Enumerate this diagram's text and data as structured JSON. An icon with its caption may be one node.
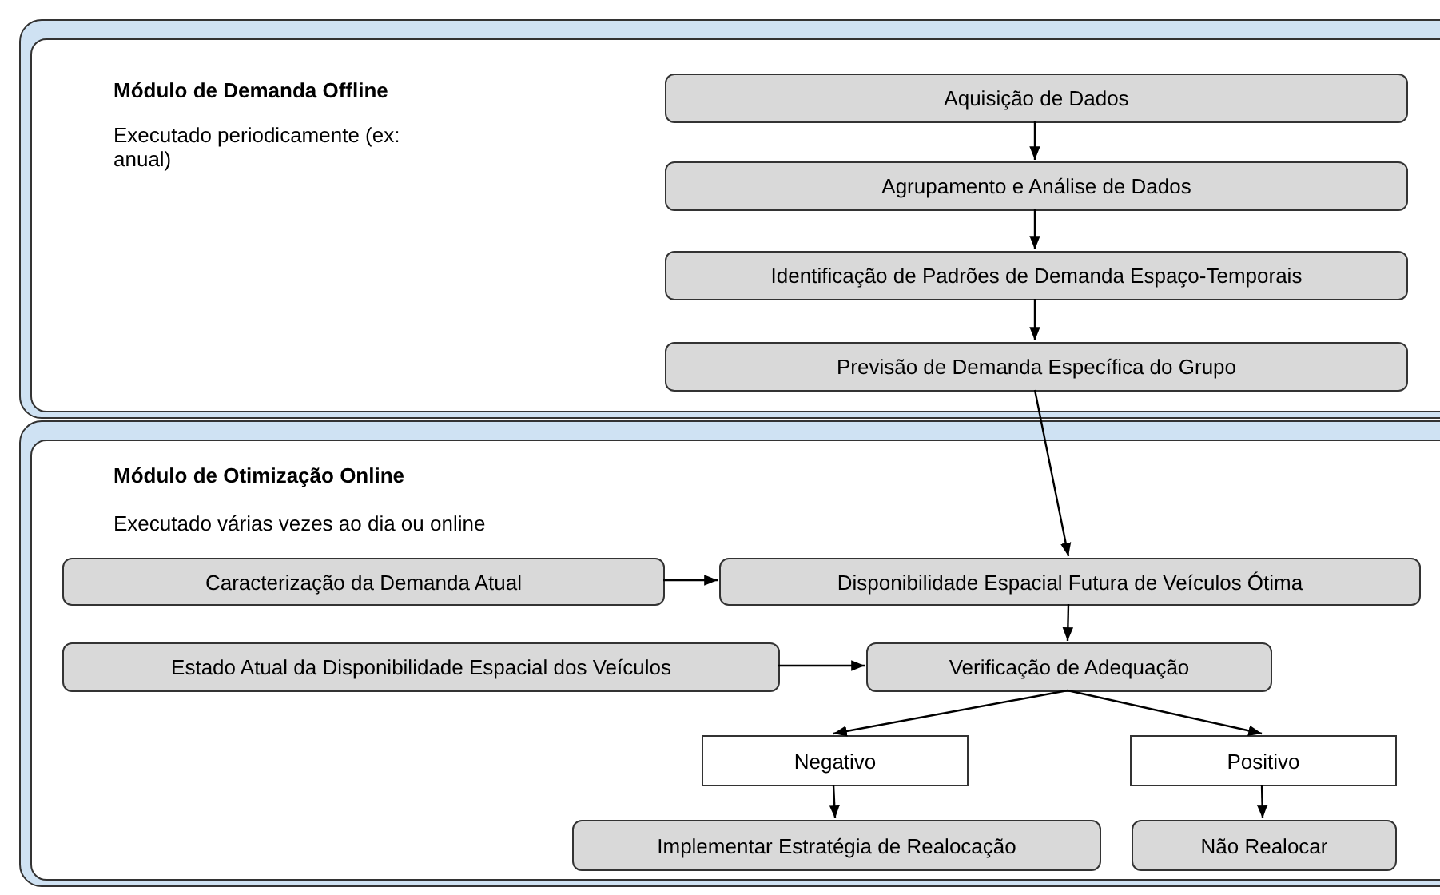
{
  "diagram": {
    "nodes": [
      {
        "text": [
          "Módulo de Demanda Offline",
          "Executado periodicamente (ex: anual)"
        ]
      },
      {
        "text": [
          "Aquisição de Dados"
        ],
        "in": 0
      },
      {
        "text": [
          "Agrupamento e Análise de Dados"
        ],
        "in": 0
      },
      {
        "text": [
          "Identificação de Padrões de Demanda Espaço-Temporais"
        ],
        "in": 0
      },
      {
        "text": [
          "Previsão de Demanda Específica do Grupo"
        ],
        "in": 0
      },
      {
        "text": [
          "Módulo de Otimização Online",
          "Executado várias vezes ao dia ou online"
        ]
      },
      {
        "text": [
          "Caracterização da Demanda Atual"
        ],
        "in": 5
      },
      {
        "text": [
          "Disponibilidade Espacial Futura de Veículos Ótima"
        ],
        "in": 5
      },
      {
        "text": [
          "Estado Atual da Disponibilidade Espacial dos Veículos"
        ],
        "in": 5
      },
      {
        "text": [
          "Verificação de Adequação"
        ],
        "in": 5
      },
      {
        "text": [
          "Negativo"
        ],
        "in": 5
      },
      {
        "text": [
          "Positivo"
        ],
        "in": 5
      },
      {
        "text": [
          "Implementar Estratégia de Realocação"
        ],
        "in": 5
      },
      {
        "text": [
          "Não Realocar"
        ],
        "in": 5
      }
    ],
    "edges": [
      {
        "from": 1,
        "to": 2,
        "arrow": "to"
      },
      {
        "from": 2,
        "to": 3,
        "arrow": "to"
      },
      {
        "from": 3,
        "to": 4,
        "arrow": "to"
      },
      {
        "from": 4,
        "to": 7,
        "arrow": "to"
      },
      {
        "from": 6,
        "to": 7,
        "arrow": "to"
      },
      {
        "from": 8,
        "to": 9,
        "arrow": "to"
      },
      {
        "from": 7,
        "to": 9,
        "arrow": "to"
      },
      {
        "from": 9,
        "to": 10,
        "arrow": "to"
      },
      {
        "from": 9,
        "to": 11,
        "arrow": "to"
      },
      {
        "from": 10,
        "to": 12,
        "arrow": "to"
      },
      {
        "from": 11,
        "to": 13,
        "arrow": "to"
      }
    ]
  }
}
